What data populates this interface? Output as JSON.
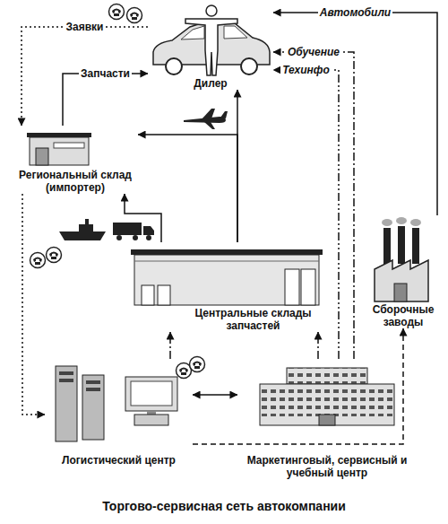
{
  "diagram": {
    "caption": "Торгово-сервисная сеть автокомпании",
    "nodes": [
      {
        "text": [
          "Дилер"
        ]
      },
      {
        "text": [
          "Региональный склад (импортер)"
        ]
      },
      {
        "text": [
          "Центральные склады запчастей"
        ]
      },
      {
        "text": [
          "Сборочные заводы"
        ]
      },
      {
        "text": [
          "Логистический центр"
        ]
      },
      {
        "text": [
          "Маркетинговый, сервисный и учебный центр"
        ]
      }
    ],
    "edges": [
      {
        "from": 0,
        "to": 1,
        "label": "Заявки",
        "arrow": "to"
      },
      {
        "from": 1,
        "to": 0,
        "label": "Запчасти",
        "arrow": "to"
      },
      {
        "from": 2,
        "to": 0,
        "arrow": "to"
      },
      {
        "from": 2,
        "to": 1,
        "arrow": "to"
      },
      {
        "from": 2,
        "to": 1,
        "arrow": "to"
      },
      {
        "from": 3,
        "to": 0,
        "label": "Автомобили",
        "arrow": "to"
      },
      {
        "from": 5,
        "to": 0,
        "label": "Обучение",
        "arrow": "to"
      },
      {
        "from": 5,
        "to": 0,
        "label": "Техинфо",
        "arrow": "to"
      },
      {
        "from": 1,
        "to": 4,
        "arrow": "to"
      },
      {
        "from": 4,
        "to": 5,
        "arrow": "both"
      },
      {
        "from": 4,
        "to": 2,
        "arrow": "to"
      },
      {
        "from": 5,
        "to": 2,
        "arrow": "to"
      },
      {
        "from": 4,
        "to": 3,
        "arrow": "to"
      }
    ]
  }
}
